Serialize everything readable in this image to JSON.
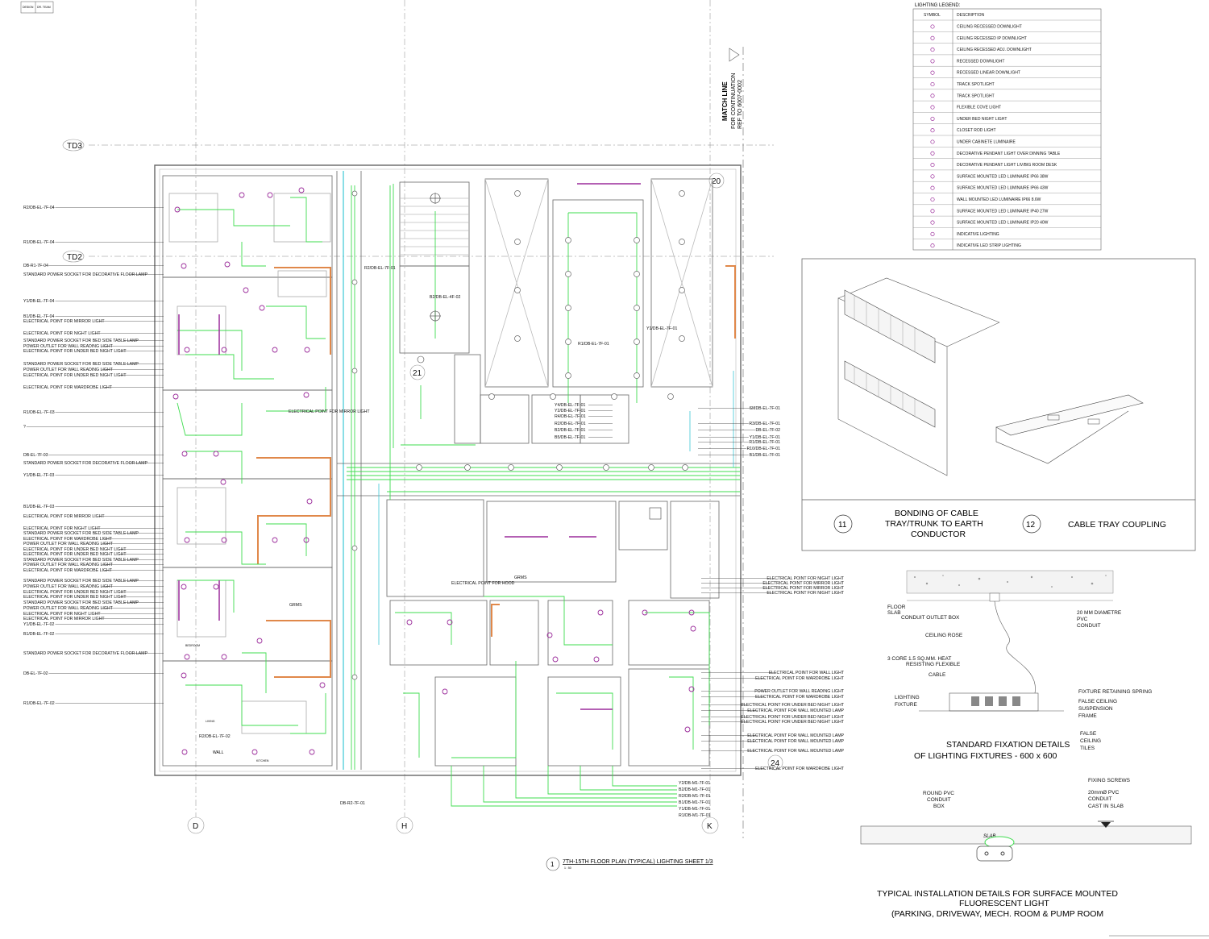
{
  "title_block": {
    "cell1": "DESIGN",
    "cell2": "DR. TEAM"
  },
  "match_line": {
    "line1": "MATCH LINE",
    "line2": "FOR CONTINUATION",
    "line3": "REF TO   6007-0002"
  },
  "grid": {
    "td3": "TD3",
    "td2": "TD2",
    "col_d": "D",
    "col_h": "H",
    "col_k": "K",
    "bubble_20": "20",
    "bubble_21": "21",
    "bubble_24": "24"
  },
  "left_labels": [
    "R2/DB-EL-7F-04",
    "R1/DB-EL-7F-04",
    "DB-R1-7F-04",
    "STANDARD POWER SOCKET FOR DECORATIVE FLOOR LAMP",
    "Y1/DB-EL-7F-04",
    "B1/DB-EL-7F-04",
    "ELECTRICAL POINT FOR  MIRROR LIGHT",
    "ELECTRICAL POINT FOR  NIGHT LIGHT",
    "STANDARD POWER SOCKET FOR BED SIDE TABLE LAMP",
    "POWER OUTLET FOR WALL READING LIGHT",
    "ELECTRICAL POINT FOR  UNDER BED NIGHT LIGHT",
    "STANDARD POWER SOCKET FOR BED SIDE TABLE LAMP",
    "POWER OUTLET FOR WALL READING LIGHT",
    "ELECTRICAL POINT FOR  UNDER BED NIGHT LIGHT",
    "ELECTRICAL POINT FOR  WARDROBE LIGHT",
    "R1/DB-EL-7F-03",
    "?",
    "DB-EL-7F-03",
    "STANDARD POWER SOCKET FOR DECORATIVE FLOOR LAMP",
    "Y1/DB-EL-7F-03",
    "B1/DB-EL-7F-03",
    "ELECTRICAL POINT FOR  MIRROR LIGHT",
    "ELECTRICAL POINT FOR  NIGHT LIGHT",
    "STANDARD POWER SOCKET FOR BED SIDE TABLE LAMP",
    "ELECTRICAL POINT FOR  WARDROBE LIGHT",
    "POWER OUTLET FOR WALL READING LIGHT",
    "ELECTRICAL POINT FOR  UNDER BED NIGHT LIGHT",
    "ELECTRICAL POINT FOR  UNDER BED NIGHT LIGHT",
    "STANDARD POWER SOCKET FOR BED SIDE TABLE LAMP",
    "POWER OUTLET FOR WALL READING LIGHT",
    "ELECTRICAL POINT FOR  WARDROBE LIGHT",
    "STANDARD POWER SOCKET FOR BED SIDE TABLE LAMP",
    "POWER OUTLET FOR WALL READING LIGHT",
    "ELECTRICAL POINT FOR  UNDER BED NIGHT LIGHT",
    "ELECTRICAL POINT FOR  UNDER BED NIGHT LIGHT",
    "STANDARD POWER SOCKET FOR BED SIDE TABLE LAMP",
    "POWER OUTLET FOR WALL READING LIGHT",
    "ELECTRICAL POINT FOR  NIGHT LIGHT",
    "ELECTRICAL POINT FOR  MIRROR LIGHT",
    "Y1/DB-EL-7F-02",
    "B1/DB-EL-7F-02",
    "STANDARD POWER SOCKET FOR DECORATIVE FLOOR LAMP",
    "DB-EL-7F-02",
    "R1/DB-EL-7F-02"
  ],
  "right_labels_mid": [
    "SMDB-EL-7F-01",
    "R3/DB-EL-7F-01",
    "DB-EL-7F-02",
    "Y1/DB-EL-7F-01",
    "R1/DB-EL-7F-01",
    "R10/DB-EL-7F-01",
    "B1/DB-EL-7F-01"
  ],
  "center_labels": [
    "Y4/DB-EL-7F-01",
    "Y2/DB-EL-7F-01",
    "R4/DB-EL-7F-01",
    "R2/DB-EL-7F-01",
    "B2/DB-EL-7F-01",
    "B5/DB-EL-7F-01"
  ],
  "right_labels_low": [
    "ELECTRICAL POINT FOR NIGHT LIGHT",
    "ELECTRICAL POINT FOR MIRROR LIGHT",
    "ELECTRICAL POINT FOR MIRROR LIGHT",
    "ELECTRICAL POINT FOR NIGHT LIGHT",
    "ELECTRICAL POINT FOR WALL LIGHT",
    "ELECTRICAL POINT FOR WARDROBE LIGHT",
    "POWER OUTLET FOR WALL READING LIGHT",
    "ELECTRICAL POINT FOR WARDROBE LIGHT",
    "ELECTRICAL POINT FOR  UNDER BED NIGHT LIGHT",
    "ELECTRICAL POINT FOR WALL MOUNTED LAMP",
    "ELECTRICAL POINT FOR  UNDER BED NIGHT LIGHT",
    "ELECTRICAL POINT FOR  UNDER BED NIGHT LIGHT",
    "ELECTRICAL POINT FOR WALL MOUNTED LAMP",
    "ELECTRICAL POINT FOR  WALL MOUNTED LAMP",
    "ELECTRICAL POINT FOR  WALL MOUNTED LAMP",
    "ELECTRICAL POINT FOR WARDROBE LIGHT"
  ],
  "bottom_feeders": [
    "Y2/DB-M1-7F-01",
    "B2/DB-M1-7F-01",
    "R2/DB-M1-7F-01",
    "B1/DB-M1-7F-01",
    "Y1/DB-M1-7F-01",
    "R1/DB-M1-7F-01"
  ],
  "plan_notes": {
    "mirror": "ELECTRICAL POINT FOR  MIRROR LIGHT",
    "hood": "ELECTRICAL POINT FOR HOOD",
    "r2_top": "R2/DB-EL-7F-01",
    "b2_4f": "B2/DB-EL-4F-02",
    "r1_7f": "R1/DB-EL-7F-01",
    "y1_7f": "Y1/DB-EL-7F-01",
    "r2_02": "R2/DB-EL-7F-02",
    "db_r2": "DB-R2-7F-01",
    "grms1": "GRMS",
    "grms2": "GRMS",
    "kitchen": "KITCHEN",
    "living": "LIVING",
    "bedroom": "BEDROOM",
    "wall": "WALL"
  },
  "legend": {
    "title": "LIGHTING LEGEND:",
    "col_symbol": "SYMBOL",
    "col_desc": "DESCRIPTION",
    "rows": [
      "CEILING RECESSED DOWNLIGHT",
      "CEILING RECESSED IP DOWNLIGHT",
      "CEILING RECESSED ADJ. DOWNLIGHT",
      "RECESSED DOWNLIGHT",
      "RECESSED LINEAR DOWNLIGHT",
      "TRACK SPOTLIGHT",
      "TRACK SPOTLIGHT",
      "FLEXIBLE COVE LIGHT",
      "UNDER BED NIGHT LIGHT",
      "CLOSET ROD LIGHT",
      "UNDER CABINETE LUMINAIRE",
      "DECORATIVE PENDANT LIGHT OVER DINNING TABLE",
      "DECORATIVE PENDANT LIGHT LIV/BIG ROOM DESK",
      "SURFACE MOUNTED LED LUMINAIRE IP66 38W",
      "SURFACE MOUNTED LED LUMINAIRE IP66 43W",
      "WALL MOUNTED LED LUMINAIRE IP66 8.6W",
      "SURFACE MOUNTED LED LUMINAIRE IP40 27W",
      "SURFACE MOUNTED LED LUMINAIRE IP20 40W",
      "INDICATIVE LIGHTING",
      "INDICATIVE LED STRIP LIGHTING"
    ]
  },
  "detail11": {
    "number": "11",
    "line1": "BONDING OF CABLE",
    "line2": "TRAY/TRUNK TO EARTH",
    "line3": "CONDUCTOR"
  },
  "detail12": {
    "number": "12",
    "line1": "CABLE TRAY COUPLING"
  },
  "fixation": {
    "line1": "STANDARD FIXATION DETAILS",
    "line2": "OF LIGHTING FIXTURES - 600 x 600",
    "notes_left": [
      "FLOOR",
      "SLAB",
      "CONDUIT OUTLET BOX",
      "CEILING ROSE",
      "3 CORE 1.5 SQ.MM. HEAT",
      "RESISTING FLEXIBLE",
      "CABLE",
      "LIGHTING",
      "FIXTURE"
    ],
    "notes_right": [
      "20 MM DIAMETRE",
      "PVC",
      "CONDUIT",
      "FIXTURE RETAINING SPRING",
      "FALSE CEILING",
      "SUSPENSION",
      "FRAME",
      "FALSE",
      "CEILING",
      "TILES"
    ]
  },
  "surface": {
    "slab": "SLAB",
    "notes": [
      "ROUND PVC",
      "CONDUIT",
      "BOX",
      "FIXING SCREWS",
      "20mmØ PVC",
      "CONDUIT",
      "CAST IN SLAB"
    ],
    "line1": "TYPICAL INSTALLATION DETAILS FOR SURFACE MOUNTED",
    "line2": "FLUORESCENT LIGHT",
    "line3": "(PARKING, DRIVEWAY, MECH. ROOM & PUMP ROOM"
  },
  "plan_title": {
    "number": "1",
    "text": "7TH-15TH FLOOR PLAN (TYPICAL) LIGHTING SHEET 1/3",
    "scale": "1 : 50"
  },
  "colors": {
    "circuit": "#3fdc4f",
    "fixture": "#9b2c9b",
    "conduit": "#e0884a",
    "cyan": "#3cc7d6"
  }
}
